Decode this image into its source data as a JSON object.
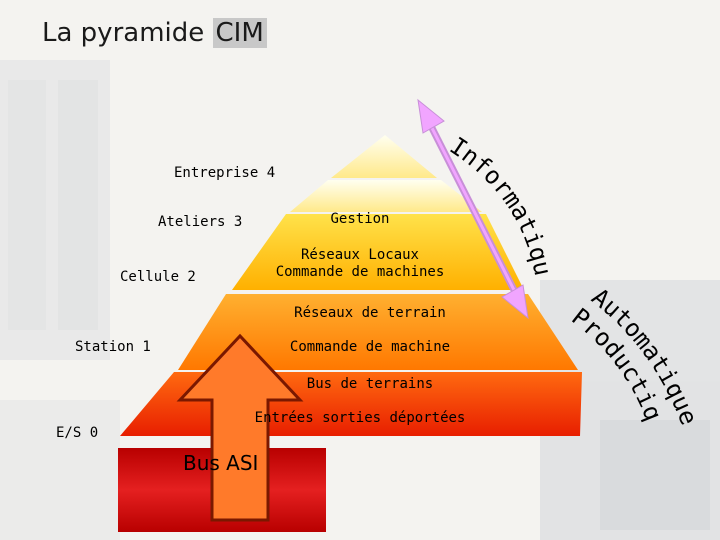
{
  "title": {
    "prefix": "La pyramide",
    "highlight": "CIM"
  },
  "levels": {
    "enterprise": "Entreprise  4",
    "workshops": "Ateliers 3",
    "cell": "Cellule  2",
    "station": "Station  1",
    "io": "E/S  0"
  },
  "pyramid": {
    "gestion": "Gestion",
    "local_networks": "Réseaux Locaux",
    "machines_command": "Commande  de machines",
    "field_networks": "Réseaux de terrain",
    "machine_command": "Commande  de machine",
    "field_bus": "Bus de terrains",
    "remote_io": "Entrées sorties déportées",
    "asi_bus": "Bus ASI"
  },
  "arcs": {
    "informatique": "Informatique",
    "automatique": "Automatique",
    "productique": "Productique"
  },
  "colors": {
    "tier1": "#fff7c8",
    "tier2": "#ffd233",
    "tier3": "#ff9a00",
    "tier4": "#ee3300",
    "asi_box": "#d81818",
    "arrow": "#ff7a2a",
    "double_arrow": "#c88fd8"
  }
}
